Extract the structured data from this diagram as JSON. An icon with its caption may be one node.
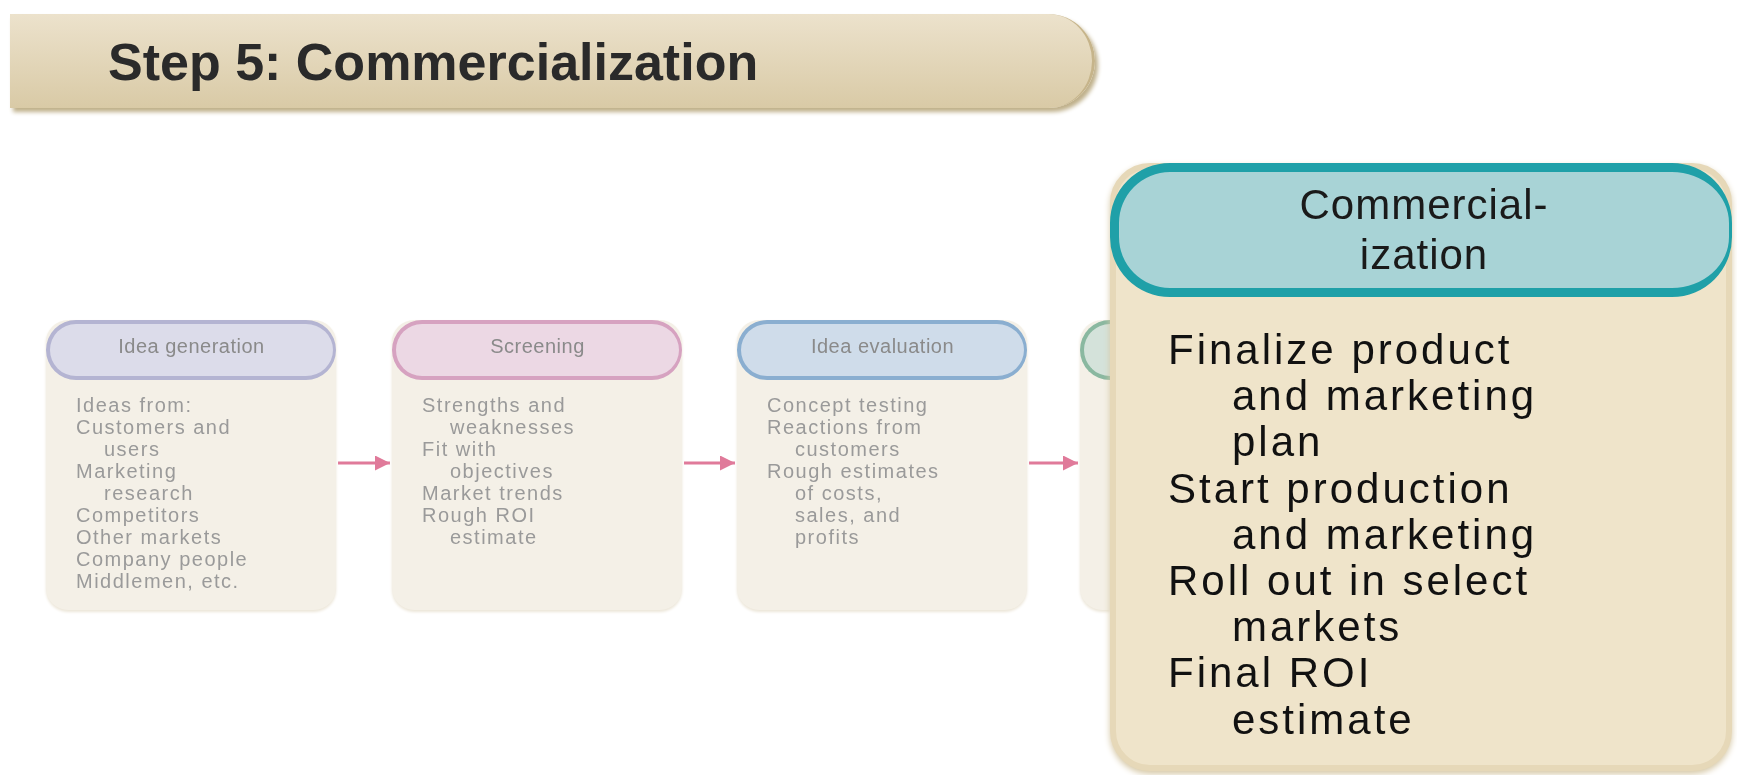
{
  "diagram": {
    "title": "Step 5: Commercialization",
    "nodes": [
      {
        "text": [
          "Idea generation",
          "Ideas from:",
          "Customers and users",
          "Marketing research",
          "Competitors",
          "Other markets",
          "Company people",
          "Middlemen, etc."
        ]
      },
      {
        "text": [
          "Screening",
          "Strengths and weaknesses",
          "Fit with objectives",
          "Market trends",
          "Rough ROI estimate"
        ]
      },
      {
        "text": [
          "Idea evaluation",
          "Concept testing",
          "Reactions from customers",
          "Rough estimates of costs, sales, and profits"
        ]
      },
      {
        "text": [],
        "shape": "box"
      },
      {
        "text": [
          "Commercial- ization",
          "Finalize product and marketing plan",
          "Start production and marketing",
          "Roll out in select markets",
          "Final ROI estimate"
        ]
      }
    ],
    "edges": [
      {
        "from": 0,
        "to": 1,
        "arrow": "to"
      },
      {
        "from": 1,
        "to": 2,
        "arrow": "to"
      },
      {
        "from": 2,
        "to": 3,
        "arrow": "to"
      }
    ]
  }
}
